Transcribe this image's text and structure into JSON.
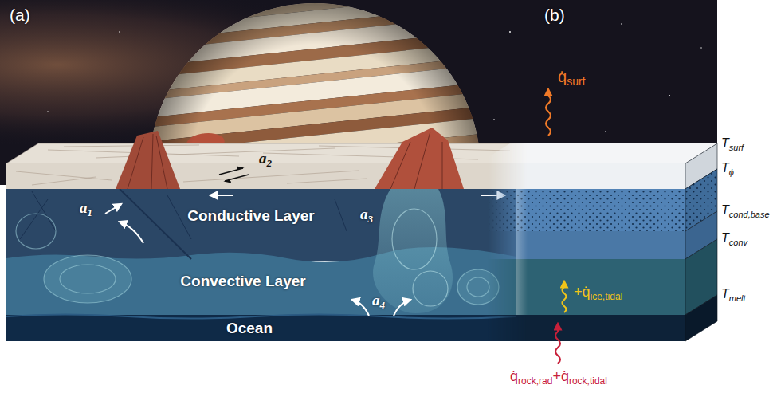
{
  "diagram": {
    "nodes": [
      {
        "text": [
          "Conductive Layer"
        ]
      },
      {
        "text": [
          "Convective Layer"
        ]
      },
      {
        "text": [
          "Ocean"
        ]
      }
    ],
    "labels": [
      "(a)",
      "(b)",
      "q̇",
      "surf",
      "T",
      "surf",
      "a",
      "2",
      "T",
      "ϕ",
      "a",
      "1",
      "a",
      "3",
      "T",
      "cond,base",
      "T",
      "conv",
      "a",
      "4",
      "+q̇",
      "ice,tidal",
      "T",
      "melt",
      "q̇",
      "rock,rad",
      "+q̇",
      "rock,tidal"
    ]
  }
}
